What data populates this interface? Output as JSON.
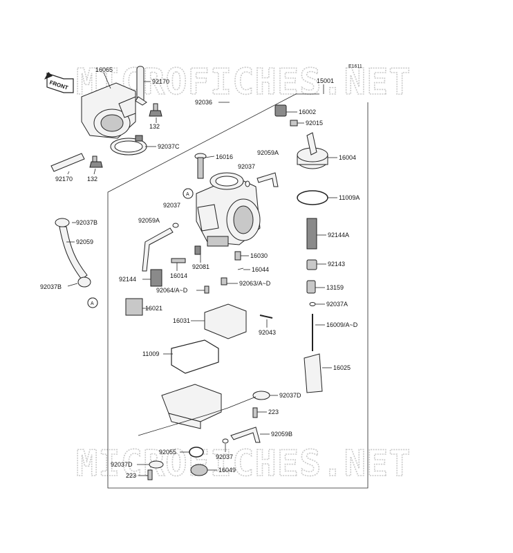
{
  "diagram_code": "E1611",
  "front_label": "FRONT",
  "watermark": "MICROFICHES.NET",
  "callout_ref": "A",
  "labels": {
    "p16065": "16065",
    "p92170_top": "92170",
    "p132_top": "132",
    "p92037C": "92037C",
    "p92170_bot": "92170",
    "p132_bot": "132",
    "p92036": "92036",
    "p15001": "15001",
    "p16002": "16002",
    "p92015": "92015",
    "p16004": "16004",
    "p16016": "16016",
    "p92059A_top": "92059A",
    "p92037_a": "92037",
    "p11009A": "11009A",
    "p92037B_top": "92037B",
    "p92059": "92059",
    "p92037B_bot": "92037B",
    "p92037_b": "92037",
    "p92059A_left": "92059A",
    "p92144A": "92144A",
    "p92143": "92143",
    "p16030": "16030",
    "p92081": "92081",
    "p16044": "16044",
    "p16014": "16014",
    "p92144": "92144",
    "p92063": "92063/A~D",
    "p92064": "92064/A~D",
    "p13159": "13159",
    "p92037A": "92037A",
    "p16021": "16021",
    "p16009": "16009/A~D",
    "p16031": "16031",
    "p92043": "92043",
    "p11009": "11009",
    "p16025": "16025",
    "p92037D_right": "92037D",
    "p223_right": "223",
    "p92059B": "92059B",
    "p92055": "92055",
    "p92037_c": "92037",
    "p92037D_left": "92037D",
    "p16049": "16049",
    "p223_left": "223"
  }
}
